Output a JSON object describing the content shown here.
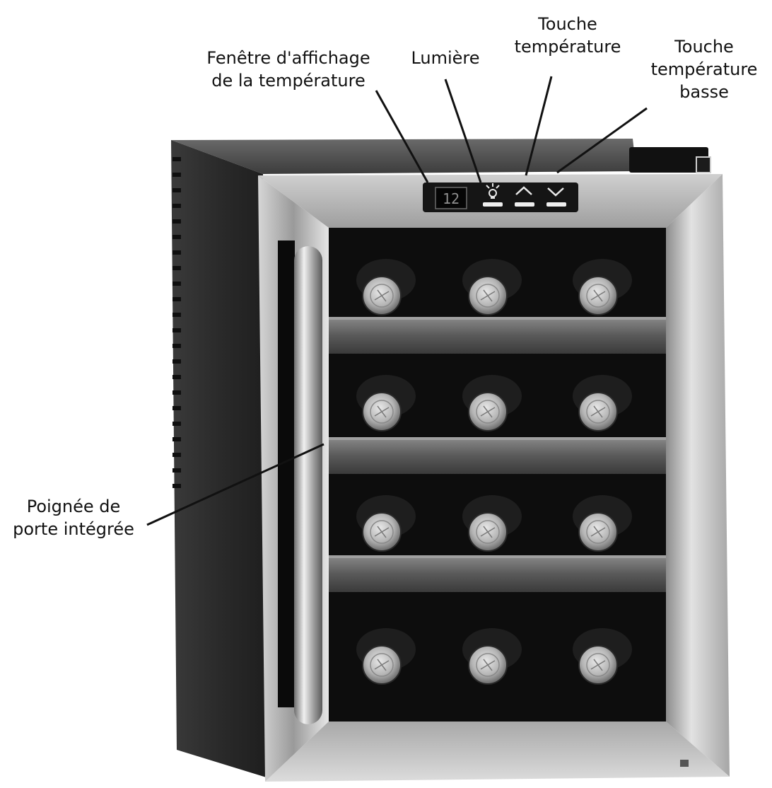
{
  "labels": {
    "display_window": [
      "Fenêtre d'affichage",
      "de la température"
    ],
    "light": [
      "Lumière"
    ],
    "temp_up": [
      "Touche",
      "température"
    ],
    "temp_down": [
      "Touche",
      "température",
      "basse"
    ],
    "door_handle": [
      "Poignée de",
      "porte intégrée"
    ]
  },
  "panel": {
    "display_value": "12",
    "light_icon": "lightbulb-icon",
    "up_icon": "chevron-up-icon",
    "down_icon": "chevron-down-icon"
  },
  "fridge": {
    "rows": 4,
    "bottles_per_row": 3
  },
  "colors": {
    "background": "#ffffff",
    "cabinet": "#2a2a2a",
    "frame_steel": "#b8b8b8",
    "interior": "#0d0d0d",
    "shelf": "#6f6f6f",
    "line": "#111111"
  }
}
